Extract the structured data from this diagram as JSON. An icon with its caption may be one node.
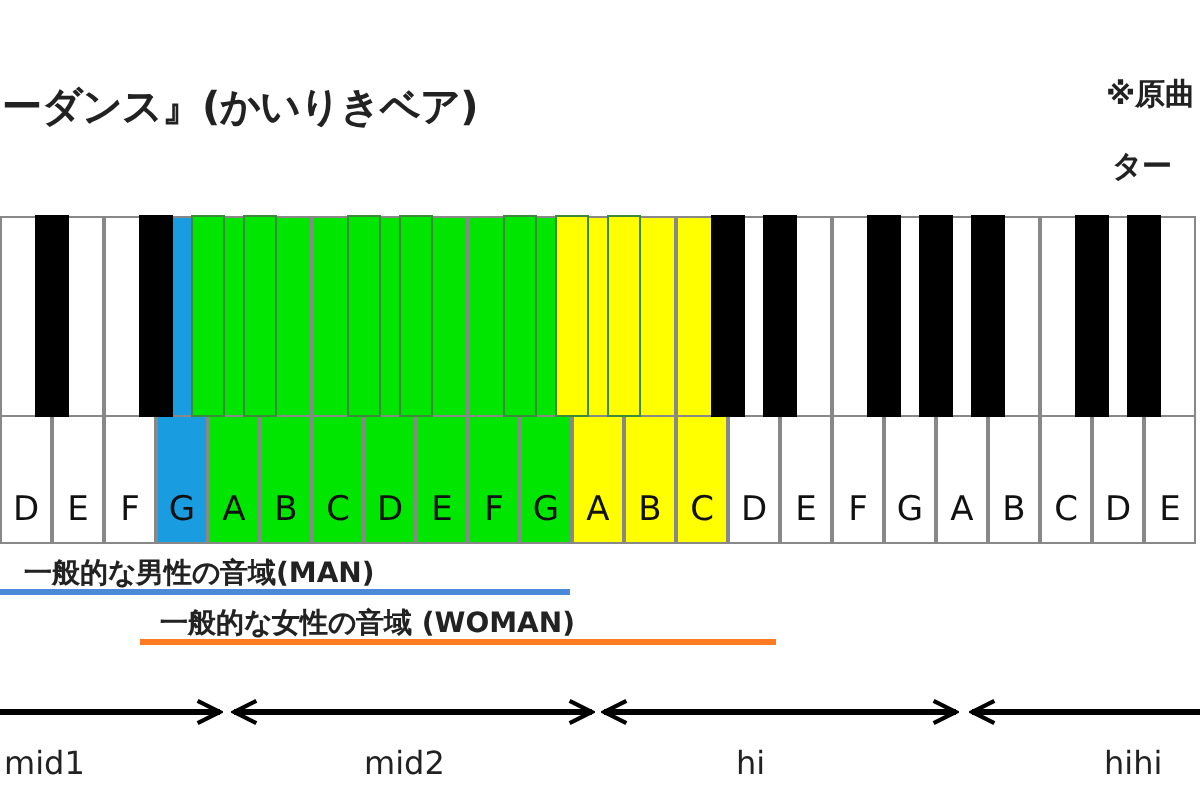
{
  "diagram": {
    "title": "ーダンス』(かいりきベア)",
    "nodes": [
      {
        "text": [
          "D"
        ]
      },
      {
        "text": [
          "E"
        ]
      },
      {
        "text": [
          "F"
        ]
      },
      {
        "text": [
          "G"
        ]
      },
      {
        "text": [
          "A"
        ]
      },
      {
        "text": [
          "B"
        ]
      },
      {
        "text": [
          "C"
        ]
      },
      {
        "text": [
          "D"
        ]
      },
      {
        "text": [
          "E"
        ]
      },
      {
        "text": [
          "F"
        ]
      },
      {
        "text": [
          "G"
        ]
      },
      {
        "text": [
          "A"
        ]
      },
      {
        "text": [
          "B"
        ]
      },
      {
        "text": [
          "C"
        ]
      },
      {
        "text": [
          "D"
        ]
      },
      {
        "text": [
          "E"
        ]
      },
      {
        "text": [
          "F"
        ]
      },
      {
        "text": [
          "G"
        ]
      },
      {
        "text": [
          "A"
        ]
      },
      {
        "text": [
          "B"
        ]
      },
      {
        "text": [
          "C"
        ]
      },
      {
        "text": [
          "D"
        ]
      },
      {
        "text": [
          "E"
        ]
      }
    ],
    "labels": [
      "※原曲",
      "ター",
      "一般的な男性の音域(MAN)",
      "一般的な女性の音域 (WOMAN)",
      "mid1",
      "mid2",
      "hi",
      "hihi"
    ]
  }
}
